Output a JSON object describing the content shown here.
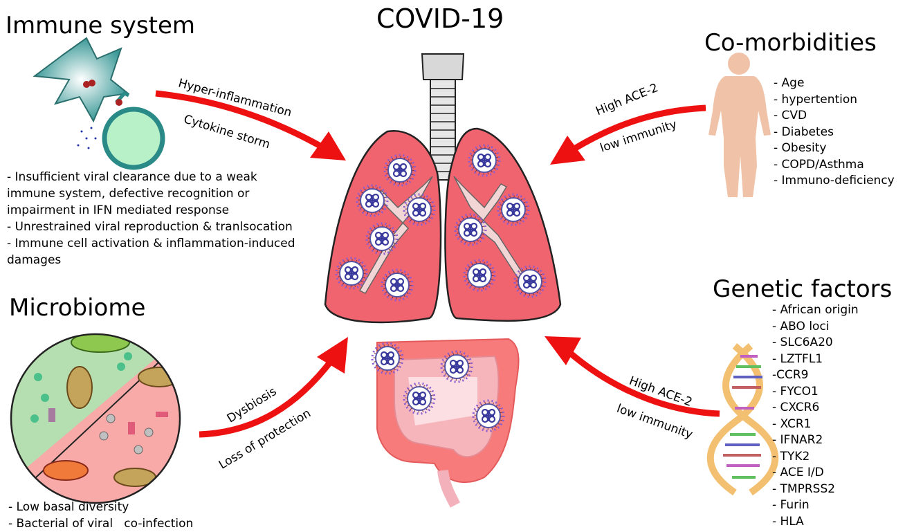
{
  "title": "COVID-19",
  "immune": {
    "heading": "Immune system",
    "arrow_top": "Hyper-inflammation",
    "arrow_bottom": "Cytokine storm",
    "lines": [
      "- Insufficient viral clearance due to a weak",
      "immune system, defective recognition or",
      "impairment in IFN mediated response",
      "- Unrestrained viral reproduction & tranlsocation",
      "- Immune cell activation & inflammation-induced",
      "damages"
    ]
  },
  "comorbid": {
    "heading": "Co-morbidities",
    "arrow_top": "High ACE-2",
    "arrow_bottom": "low immunity",
    "items": [
      "- Age",
      "- hypertention",
      "- CVD",
      "- Diabetes",
      "- Obesity",
      "- COPD/Asthma",
      "- Immuno-deficiency"
    ]
  },
  "microbiome": {
    "heading": "Microbiome",
    "arrow_top": "Dysbiosis",
    "arrow_bottom": "Loss of protection",
    "items": [
      "- Low basal diversity",
      "- Bacterial of viral   co-infection"
    ]
  },
  "genetic": {
    "heading": "Genetic factors",
    "arrow_top": "High ACE-2",
    "arrow_bottom": "low immunity",
    "items": [
      "- African origin",
      "- ABO loci",
      "- SLC6A20",
      "- LZTFL1",
      "-CCR9",
      "- FYCO1",
      "- CXCR6",
      "- XCR1",
      "- IFNAR2",
      "- TYK2",
      "- ACE I/D",
      "- TMPRSS2",
      "- Furin",
      "- HLA"
    ]
  },
  "colors": {
    "arrow": "#ee1111",
    "lung": "#f06470",
    "virus": "#3b3b9e",
    "body": "#f0c3a8",
    "gut": "#f77b7b"
  }
}
